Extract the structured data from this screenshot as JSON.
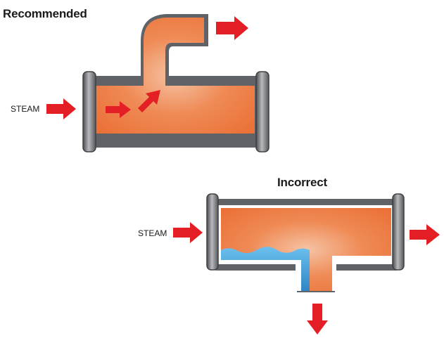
{
  "recommended": {
    "title": "Recommended",
    "inlet_label": "STEAM"
  },
  "incorrect": {
    "title": "Incorrect",
    "inlet_label": "STEAM"
  },
  "colors": {
    "steam": "#ee7a44",
    "condensate": "#4aa3d8",
    "pipe": "#5f6266",
    "flange": "#7c7f83",
    "arrow": "#e31e24"
  },
  "icons": [
    "arrow-right-icon",
    "arrow-up-right-icon",
    "arrow-down-icon"
  ]
}
